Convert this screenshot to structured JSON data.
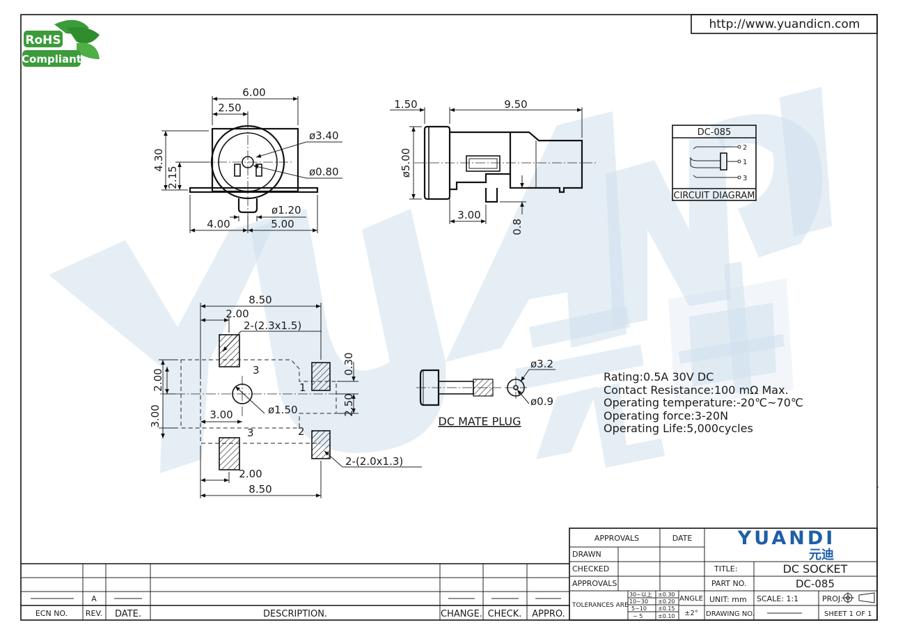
{
  "header": {
    "url": "http://www.yuandicn.com"
  },
  "logo": {
    "rohs": "RoHS",
    "compliant": "Compliant"
  },
  "front_view": {
    "width": "6.00",
    "offset": "2.50",
    "height": "4.30",
    "center_height": "2.15",
    "dia_outer": "ø3.40",
    "dia_pin": "ø0.80",
    "dia_post": "ø1.20",
    "left": "4.00",
    "right": "5.00"
  },
  "side_view": {
    "flange": "1.50",
    "length": "9.50",
    "dia_body": "ø5.00",
    "post_offset": "3.00",
    "post_height": "0.8"
  },
  "circuit": {
    "part": "DC-085",
    "caption": "CIRCUIT  DIAGRAM",
    "pins": [
      "2",
      "1",
      "3"
    ]
  },
  "pcb": {
    "width_top": "8.50",
    "pad_offset_top": "2.00",
    "pad_size_top": "2-(2.3x1.5)",
    "gap_030": "0.30",
    "gap_250": "2.50",
    "vert_200": "2.00",
    "vert_300": "3.00",
    "horiz_300": "3.00",
    "dia_hole": "ø1.50",
    "pad_offset_bottom": "2.00",
    "width_bottom": "8.50",
    "pad_size_bottom": "2-(2.0x1.3)",
    "pad_labels": [
      "3",
      "1",
      "3",
      "2"
    ]
  },
  "plug": {
    "dia_outer": "ø3.2",
    "dia_inner": "ø0.9",
    "caption": "DC  MATE  PLUG"
  },
  "specs": [
    "Rating:0.5A  30V  DC",
    "Contact  Resistance:100  mΩ  Max.",
    "Operating  temperature:-20℃~70℃",
    "Operating  force:3-20N",
    "Operating  Life:5,000cycles"
  ],
  "revision": {
    "rev": "A",
    "headers": [
      "ECN  NO.",
      "REV.",
      "DATE.",
      "DESCRIPTION.",
      "CHANGE.",
      "CHECK.",
      "APPRO."
    ]
  },
  "title_block": {
    "approvals_header": "APPROVALS",
    "date_header": "DATE",
    "drawn": "DRAWN",
    "checked": "CHECKED",
    "approvals": "APPROVALS",
    "tolerances_label": "TOLERANCES  ARE",
    "tolerance_rows": [
      {
        "range": "30~以上",
        "value": "±0.30"
      },
      {
        "range": "10~30",
        "value": "±0.20"
      },
      {
        "range": "5~10",
        "value": "±0.15"
      },
      {
        "range": "~ 5",
        "value": "±0.10"
      }
    ],
    "angle_label": "ANGLE",
    "angle_value": "±2°",
    "logo": "YUANDI",
    "logo_cn": "元迪",
    "title_label": "TITLE:",
    "title": "DC SOCKET",
    "part_no_label": "PART  NO.",
    "part_no": "DC-085",
    "unit": "UNIT:  mm",
    "scale": "SCALE:   1:1",
    "proj": "PROJ.",
    "drawing_no_label": "DRAWING NO.",
    "sheet": "SHEET   1  OF  1"
  }
}
